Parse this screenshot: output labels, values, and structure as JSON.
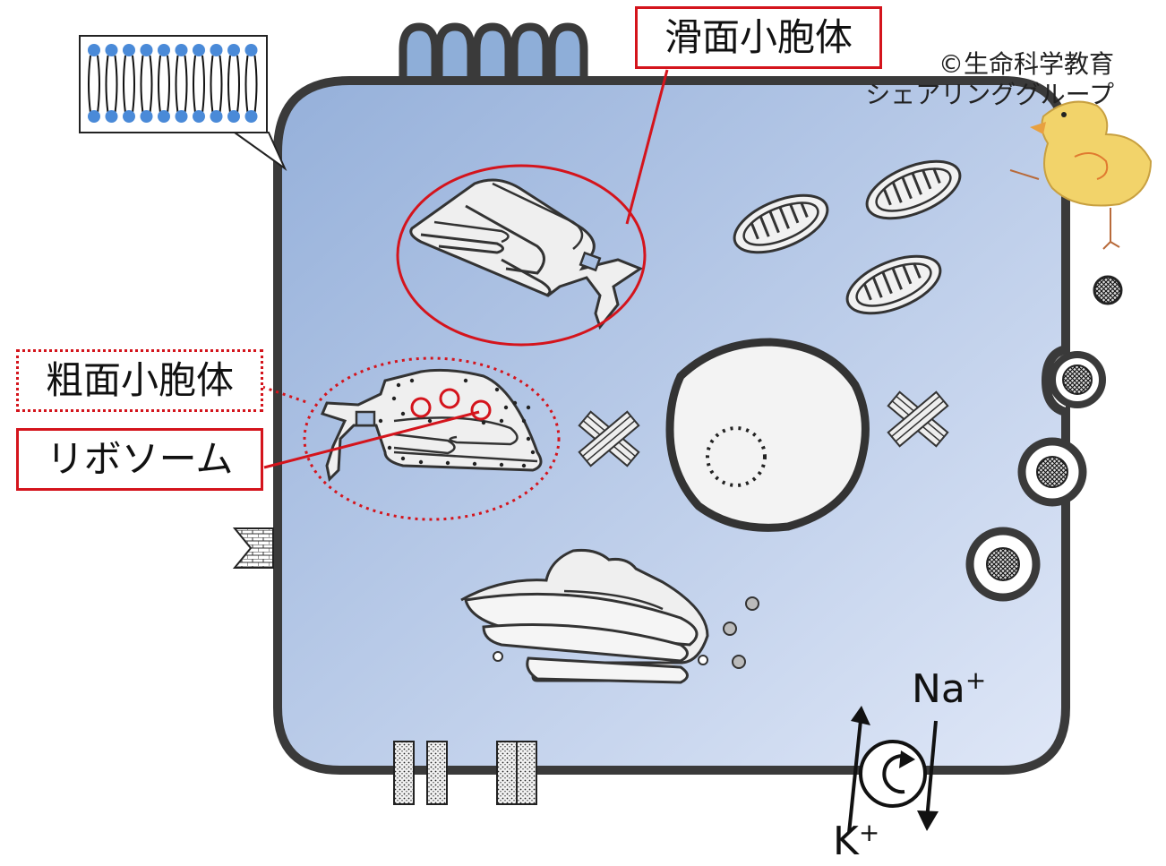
{
  "labels": {
    "smooth_er": "滑面小胞体",
    "rough_er": "粗面小胞体",
    "ribosome": "リボソーム"
  },
  "credit": {
    "line1": "©生命科学教育",
    "line2": "シェアリンググループ"
  },
  "ions": {
    "sodium": "Na",
    "potassium": "K",
    "charge": "+"
  },
  "colors": {
    "highlight": "#d4141c",
    "cytoplasm_top": "#9db6dc",
    "cytoplasm_bottom": "#dde6f6",
    "membrane": "#3a3a3a",
    "lipid_head": "#4a8ad8"
  }
}
